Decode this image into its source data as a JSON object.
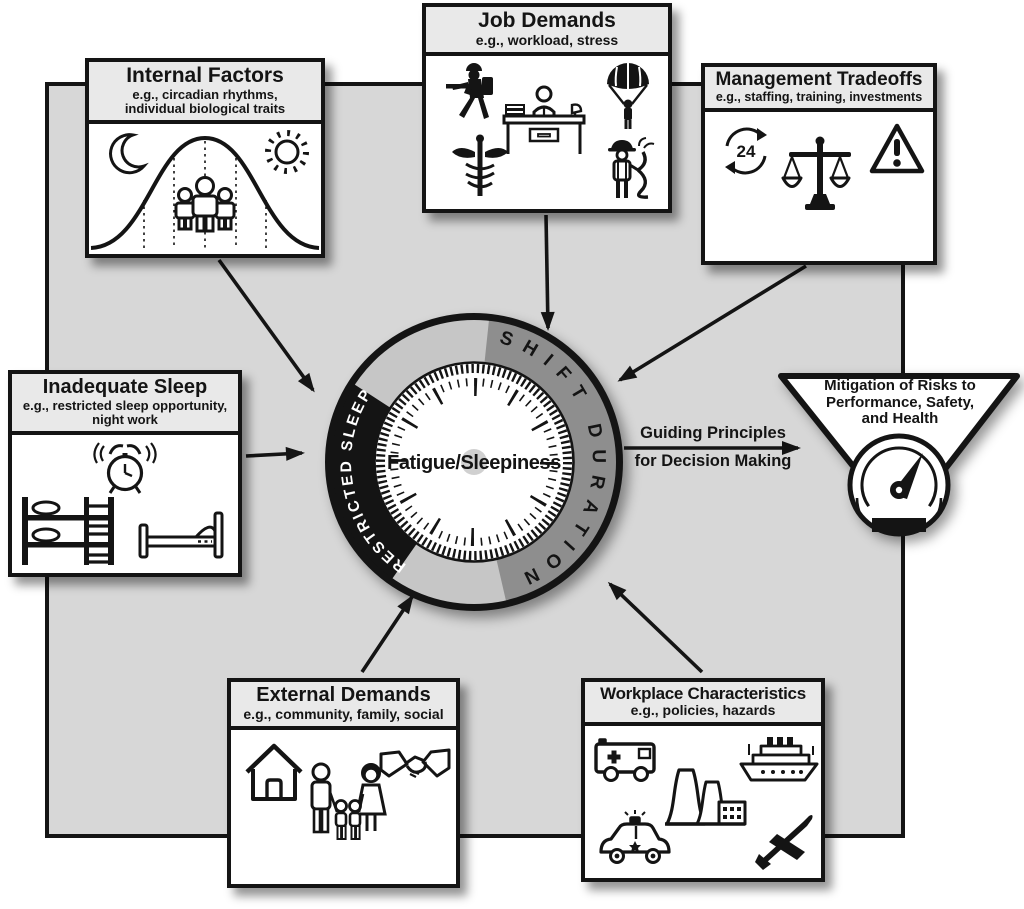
{
  "colors": {
    "background": "#ffffff",
    "panel": "#d7d7d7",
    "box_header": "#e9e9e9",
    "box_body": "#ffffff",
    "ink": "#141414",
    "ring_light_gray": "#c6c6c6",
    "ring_dark_gray": "#8e8e8e",
    "ring_black": "#141414",
    "restricted_sleep_text": "#ffffff"
  },
  "boxes": {
    "internal_factors": {
      "title": "Internal Factors",
      "subtitle_lines": [
        "e.g., circadian rhythms,",
        "individual biological traits"
      ],
      "icons": [
        "moon-icon",
        "bell-curve-graphic",
        "people-group-icon",
        "sun-icon"
      ]
    },
    "job_demands": {
      "title": "Job Demands",
      "subtitle_lines": [
        "e.g., workload, stress"
      ],
      "icons": [
        "soldier-icon",
        "office-worker-icon",
        "parachutist-icon",
        "caduceus-icon",
        "firefighter-icon"
      ]
    },
    "management_tradeoffs": {
      "title": "Management Tradeoffs",
      "subtitle_lines": [
        "e.g., staffing, training, investments"
      ],
      "icons": [
        "24-hour-cycle-icon",
        "balance-scale-icon",
        "warning-triangle-icon"
      ],
      "cycle_label": "24"
    },
    "inadequate_sleep": {
      "title": "Inadequate Sleep",
      "subtitle_lines": [
        "e.g., restricted sleep opportunity,",
        "night work"
      ],
      "icons": [
        "alarm-clock-icon",
        "bunk-bed-icon",
        "bed-icon"
      ]
    },
    "external_demands": {
      "title": "External Demands",
      "subtitle_lines": [
        "e.g., community, family, social"
      ],
      "icons": [
        "house-icon",
        "family-icon",
        "handshake-icon"
      ]
    },
    "workplace_characteristics": {
      "title": "Workplace Characteristics",
      "subtitle_lines": [
        "e.g., policies, hazards"
      ],
      "icons": [
        "ambulance-icon",
        "power-plant-icon",
        "cruise-ship-icon",
        "police-car-icon",
        "airplane-icon"
      ]
    }
  },
  "center": {
    "label": "Fatigue/Sleepiness",
    "ring_segment_left": "RESTRICTED SLEEP",
    "ring_segment_right": "SHIFT DURATION",
    "icon": "clock-dial-icon"
  },
  "flow": {
    "label_lines": [
      "Guiding Principles",
      "for Decision Making"
    ]
  },
  "outcome": {
    "label_lines": [
      "Mitigation of Risks to",
      "Performance, Safety,",
      "and Health"
    ],
    "icon": "gauge-icon"
  }
}
